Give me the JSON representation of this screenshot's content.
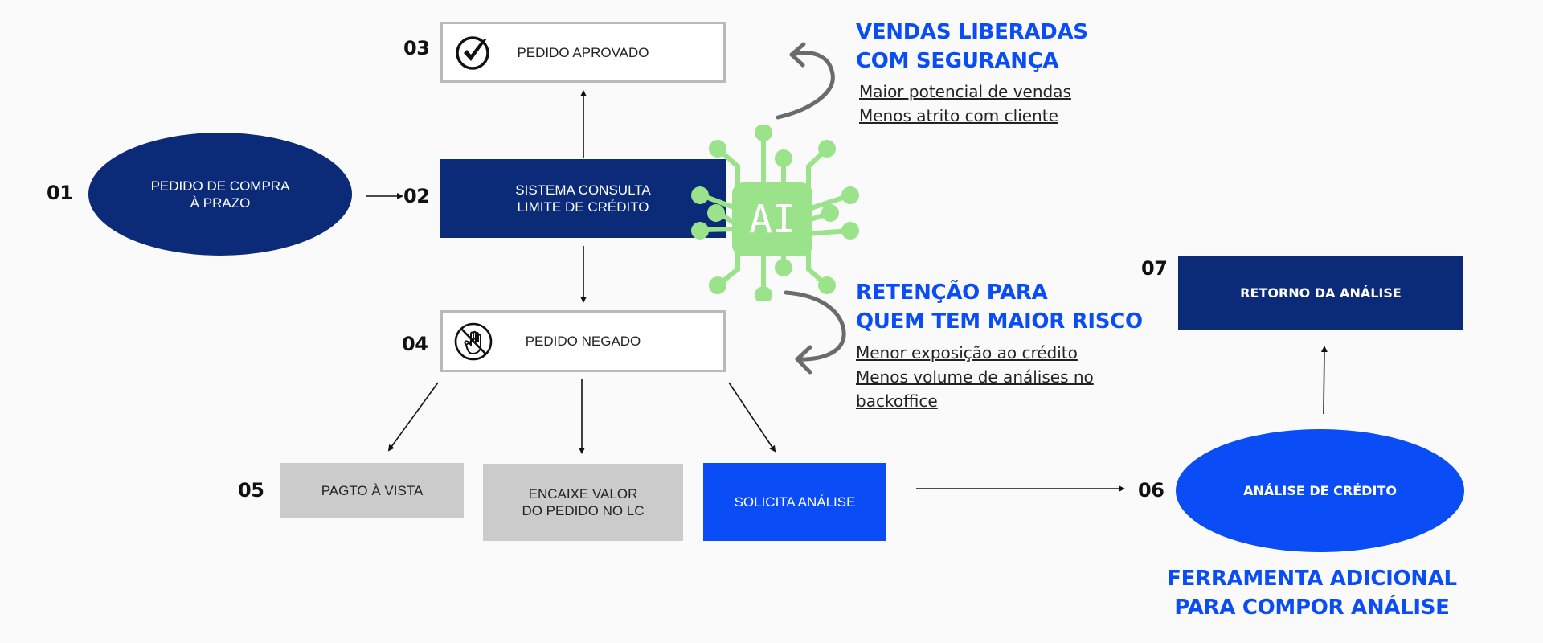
{
  "steps": {
    "s01": {
      "number": "01",
      "label_line1": "PEDIDO DE COMPRA",
      "label_line2": "À PRAZO"
    },
    "s02": {
      "number": "02",
      "label_line1": "SISTEMA CONSULTA",
      "label_line2": "LIMITE DE CRÉDITO"
    },
    "s03": {
      "number": "03",
      "label": "PEDIDO APROVADO",
      "icon": "check-circle-icon"
    },
    "s04": {
      "number": "04",
      "label": "PEDIDO NEGADO",
      "icon": "no-hand-icon"
    },
    "s05": {
      "number": "05",
      "options": [
        {
          "label_line1": "PAGTO À VISTA",
          "label_line2": ""
        },
        {
          "label_line1": "ENCAIXE VALOR",
          "label_line2": "DO PEDIDO NO LC"
        },
        {
          "label_line1": "SOLICITA ANÁLISE",
          "label_line2": ""
        }
      ]
    },
    "s06": {
      "number": "06",
      "label": "ANÁLISE DE CRÉDITO"
    },
    "s07": {
      "number": "07",
      "label": "RETORNO DA ANÁLISE"
    }
  },
  "ai_chip": {
    "label": "AI",
    "icon": "ai-chip-icon"
  },
  "callouts": {
    "approved": {
      "title_line1": "VENDAS LIBERADAS",
      "title_line2": "COM SEGURANÇA",
      "bullets": [
        "Maior potencial de vendas",
        "Menos atrito com cliente"
      ]
    },
    "denied": {
      "title_line1": "RETENÇÃO PARA",
      "title_line2": "QUEM TEM MAIOR RISCO",
      "bullets": [
        "Menor exposição ao crédito",
        "Menos volume de análises no",
        "backoffice"
      ]
    },
    "analysis": {
      "title_line1": "FERRAMENTA ADICIONAL",
      "title_line2": "PARA COMPOR ANÁLISE"
    }
  },
  "colors": {
    "navy": "#0b2a78",
    "blue": "#0a4cf5",
    "grey": "#cbcbcb",
    "chip_green": "#9be38a",
    "outline": "#b9b9b9"
  }
}
